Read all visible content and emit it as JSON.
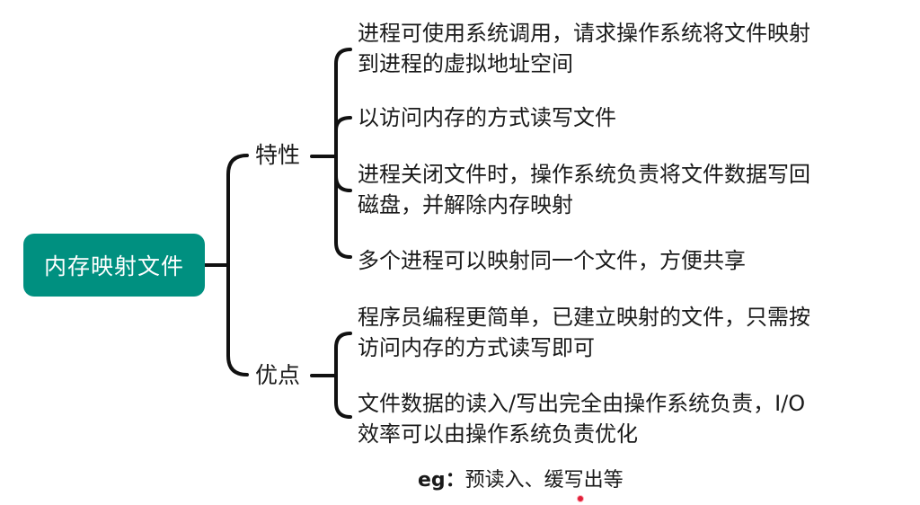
{
  "root": {
    "label": "内存映射文件",
    "color": "#009080"
  },
  "branches": [
    {
      "label": "特性",
      "items": [
        {
          "lines": [
            "进程可使用系统调用，请求操作系统将文件映射",
            "到进程的虚拟地址空间"
          ]
        },
        {
          "lines": [
            "以访问内存的方式读写文件"
          ]
        },
        {
          "lines": [
            "进程关闭文件时，操作系统负责将文件数据写回",
            "磁盘，并解除内存映射"
          ]
        },
        {
          "lines": [
            "多个进程可以映射同一个文件，方便共享"
          ]
        }
      ]
    },
    {
      "label": "优点",
      "items": [
        {
          "lines": [
            "程序员编程更简单，已建立映射的文件，只需按",
            "访问内存的方式读写即可"
          ]
        },
        {
          "lines": [
            "文件数据的读入/写出完全由操作系统负责，I/O",
            "效率可以由操作系统负责优化"
          ]
        }
      ]
    }
  ],
  "note": {
    "prefix": "eg：",
    "text": "预读入、缓写出等"
  }
}
